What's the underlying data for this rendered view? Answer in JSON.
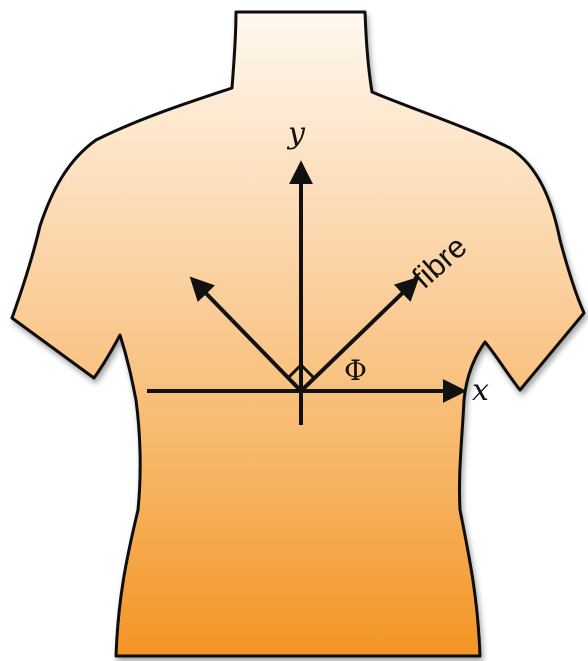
{
  "labels": {
    "x_axis": "x",
    "y_axis": "y",
    "fibre": "fibre",
    "angle": "Φ"
  },
  "figure": {
    "subject": "torso-silhouette",
    "fill_gradient": [
      "#fff8f0",
      "#f7b25e",
      "#f39423"
    ],
    "outline_color": "#111111",
    "arrow_color": "#111111"
  }
}
